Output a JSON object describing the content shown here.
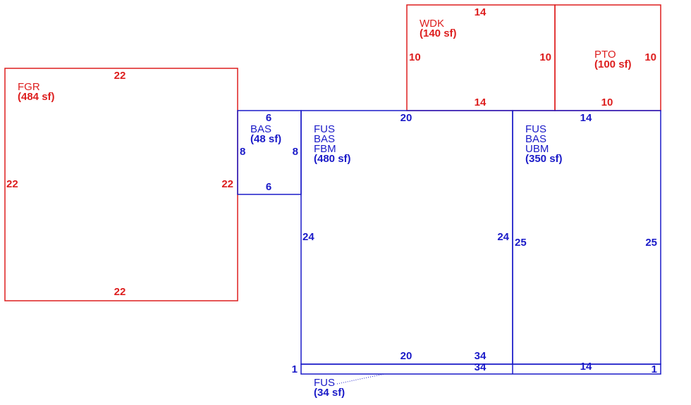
{
  "colors": {
    "red": "#dd1e1e",
    "blue": "#1a1ac8"
  },
  "areas": {
    "fgr": {
      "code": "FGR",
      "size": "(484 sf)",
      "color": "red",
      "dims": {
        "top": "22",
        "bottom": "22",
        "left": "22",
        "right": "22"
      }
    },
    "bas": {
      "code": "BAS",
      "size": "(48 sf)",
      "color": "blue",
      "dims": {
        "top": "6",
        "bottom": "6",
        "left": "8",
        "right": "8"
      }
    },
    "wdk": {
      "code": "WDK",
      "size": "(140 sf)",
      "color": "red",
      "dims": {
        "top": "14",
        "bottom": "14",
        "left": "10",
        "right": "10"
      }
    },
    "pto": {
      "code": "PTO",
      "size": "(100 sf)",
      "color": "red",
      "dims": {
        "bottom": "10",
        "right": "10"
      }
    },
    "main": {
      "line1": "FUS",
      "line2": "BAS",
      "line3": "FBM",
      "size": "(480 sf)",
      "color": "blue",
      "dims": {
        "top": "20",
        "bottom": "20",
        "left": "24",
        "right": "24"
      }
    },
    "right": {
      "line1": "FUS",
      "line2": "BAS",
      "line3": "UBM",
      "size": "(350 sf)",
      "color": "blue",
      "dims": {
        "top": "14",
        "left": "25",
        "right": "25"
      }
    },
    "strip": {
      "code": "FUS",
      "size": "(34 sf)",
      "color": "blue",
      "dims": {
        "top": "34",
        "bottom": "34",
        "left": "1",
        "right": "1",
        "segment": "14"
      }
    }
  }
}
